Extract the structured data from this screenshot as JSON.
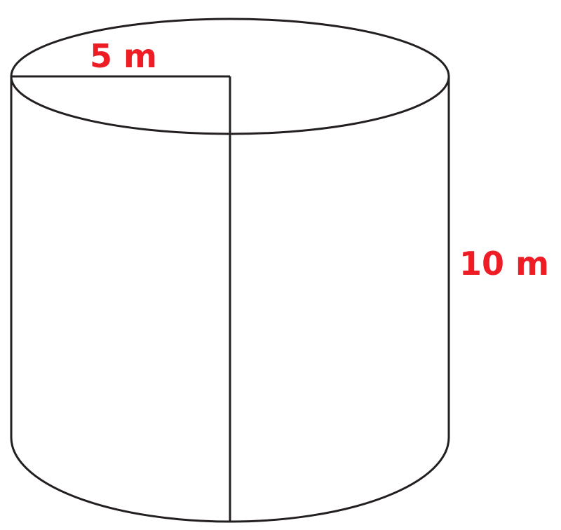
{
  "figure": {
    "shape": "cylinder",
    "radius_label": "5 m",
    "height_label": "10 m",
    "label_color": "#ee1c24",
    "line_color": "#231f20"
  }
}
